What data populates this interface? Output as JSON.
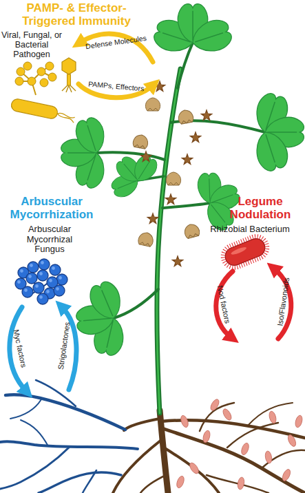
{
  "diagram": {
    "labels": [
      "PAMP- & Effector-Triggered Immunity",
      "Viral, Fungal, or Bacterial Pathogen",
      "Defense Molecules",
      "PAMPs, Effectors",
      "Arbuscular Mycorrhization",
      "Arbuscular Mycorrhizal Fungus",
      "Myc factors",
      "Strigolactones",
      "Legume Nodulation",
      "Rhizobial Bacterium",
      "Nod factors",
      "Iso/Flavonoids"
    ]
  }
}
